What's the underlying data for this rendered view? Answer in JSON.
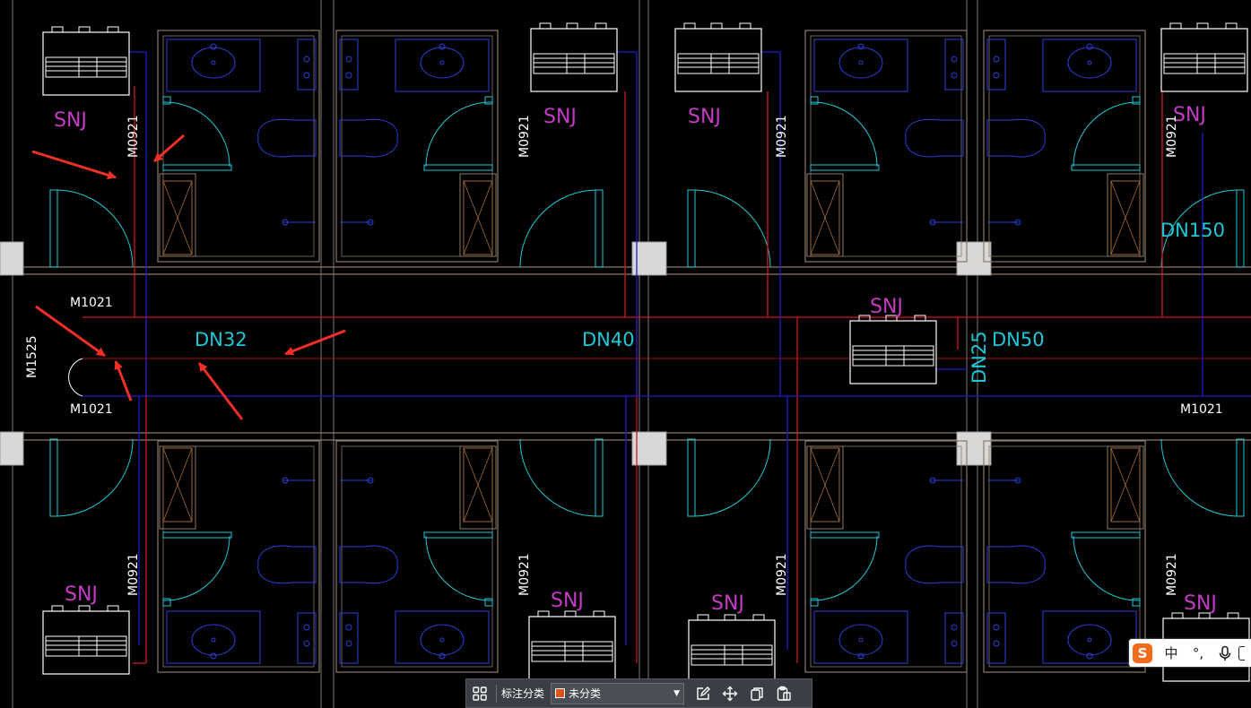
{
  "drawing": {
    "labels": {
      "snj": "SNJ",
      "door_m0921": "M0921",
      "door_m1021": "M1021",
      "door_m1525": "M1525",
      "pipe_dn32": "DN32",
      "pipe_dn40": "DN40",
      "pipe_dn50": "DN50",
      "pipe_dn25": "DN25",
      "pipe_dn150": "DN150"
    },
    "colors": {
      "background": "#000000",
      "wall": "#8a7a66",
      "fixture": "#2b3fd8",
      "door_arc": "#20c8d8",
      "red_pipe": "#d01818",
      "blue_pipe": "#1c1cc8",
      "snj_text": "#c43cc4",
      "dn_text": "#1ec8d6",
      "tag_text": "#ffffff",
      "annotation_arrow": "#f03028"
    }
  },
  "toolbar": {
    "label": "标注分类",
    "category_value": "未分类",
    "category_color": "#e0531a",
    "icons": [
      "grid-icon",
      "edit-icon",
      "move-icon",
      "copy-icon",
      "paste-icon"
    ]
  },
  "ime": {
    "logo": "S",
    "lang": "中",
    "punct": "°,",
    "mic_icon": "microphone-icon"
  }
}
